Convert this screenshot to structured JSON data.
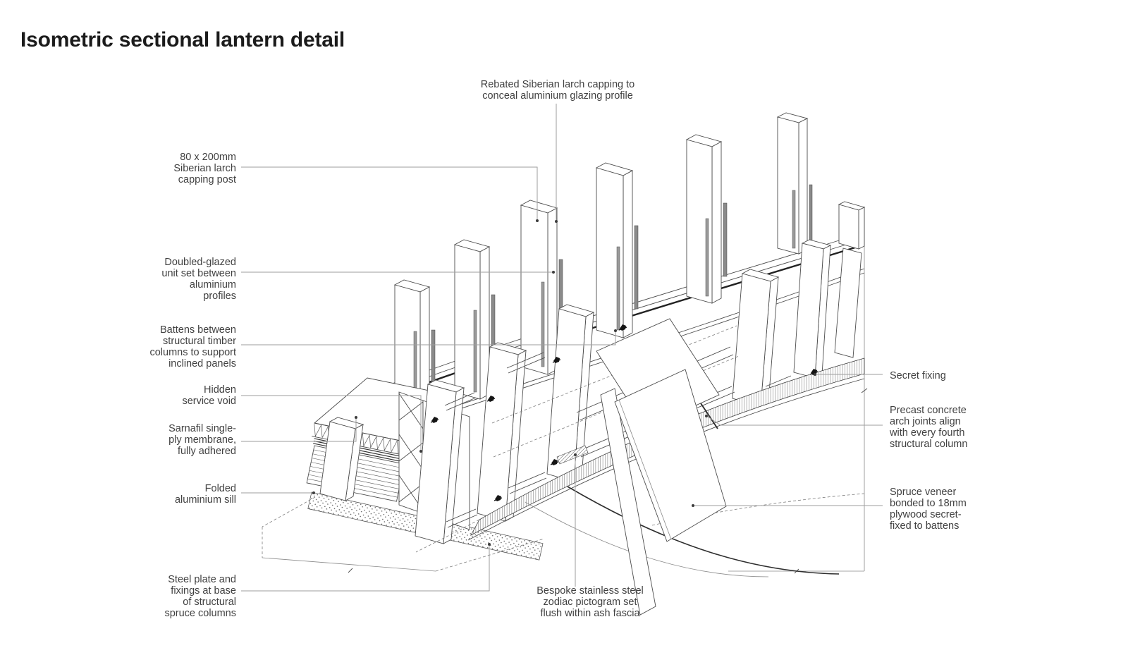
{
  "title": "Isometric sectional lantern detail",
  "annotations": {
    "rebated": {
      "text": "Rebated Siberian larch capping to\nconceal aluminium glazing profile"
    },
    "capping_post": {
      "text": "80 x 200mm\nSiberian larch\ncapping post"
    },
    "double_glazed": {
      "text": "Doubled-glazed\nunit set between\naluminium\nprofiles"
    },
    "battens": {
      "text": "Battens between\nstructural timber\ncolumns to support\ninclined panels"
    },
    "service_void": {
      "text": "Hidden\nservice void"
    },
    "membrane": {
      "text": "Sarnafil single-\nply membrane,\nfully adhered"
    },
    "sill": {
      "text": "Folded\naluminium sill"
    },
    "steel_plate": {
      "text": "Steel plate and\nfixings at base\nof structural\nspruce columns"
    },
    "zodiac": {
      "text": "Bespoke stainless steel\nzodiac pictogram set\nflush within ash fascia"
    },
    "secret_fixing": {
      "text": "Secret fixing"
    },
    "precast": {
      "text": "Precast concrete\narch joints align\nwith every fourth\nstructural column"
    },
    "spruce_veneer": {
      "text": "Spruce veneer\nbonded to 18mm\nplywood secret-\nfixed to battens"
    }
  },
  "colors": {
    "background": "#ffffff",
    "title_text": "#1b1b1b",
    "label_text": "#414141",
    "leader_line": "#9e9e9e",
    "drawing_line": "#4d4d4d",
    "accent_dark": "#222222"
  }
}
